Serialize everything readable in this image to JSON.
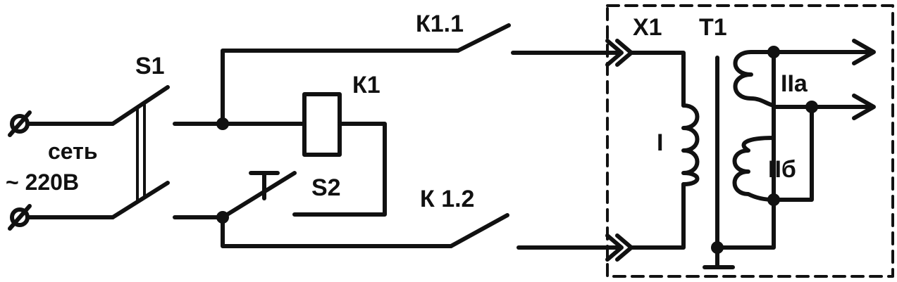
{
  "labels": {
    "s1": "S1",
    "mains_line1": "сеть",
    "mains_line2": "~ 220В",
    "k1_1": "К1.1",
    "k1": "К1",
    "s2": "S2",
    "k1_2": "К 1.2",
    "x1": "X1",
    "t1": "T1",
    "winding_primary": "I",
    "winding_2a": "IIа",
    "winding_2b": "IIб"
  },
  "colors": {
    "ink": "#111111",
    "paper": "#ffffff"
  }
}
